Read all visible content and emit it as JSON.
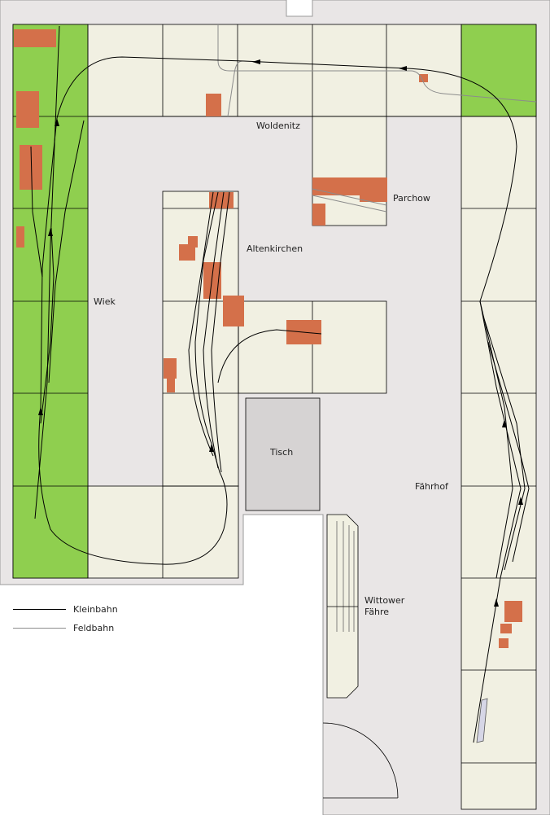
{
  "labels": {
    "woldenitz": "Woldenitz",
    "parchow": "Parchow",
    "altenkirchen": "Altenkirchen",
    "wiek": "Wiek",
    "tisch": "Tisch",
    "faehrhof": "Fährhof",
    "wittower_line1": "Wittower",
    "wittower_line2": "Fähre"
  },
  "legend": {
    "kleinbahn": "Kleinbahn",
    "feldbahn": "Feldbahn"
  },
  "colors": {
    "room_floor": "#e9e6e6",
    "module_fill": "#f1f0e2",
    "grass": "#8fcf4f",
    "building": "#d4704a",
    "table": "#d6d3d3",
    "kleinbahn_track": "#000000",
    "feldbahn_track": "#8c8c8c"
  }
}
